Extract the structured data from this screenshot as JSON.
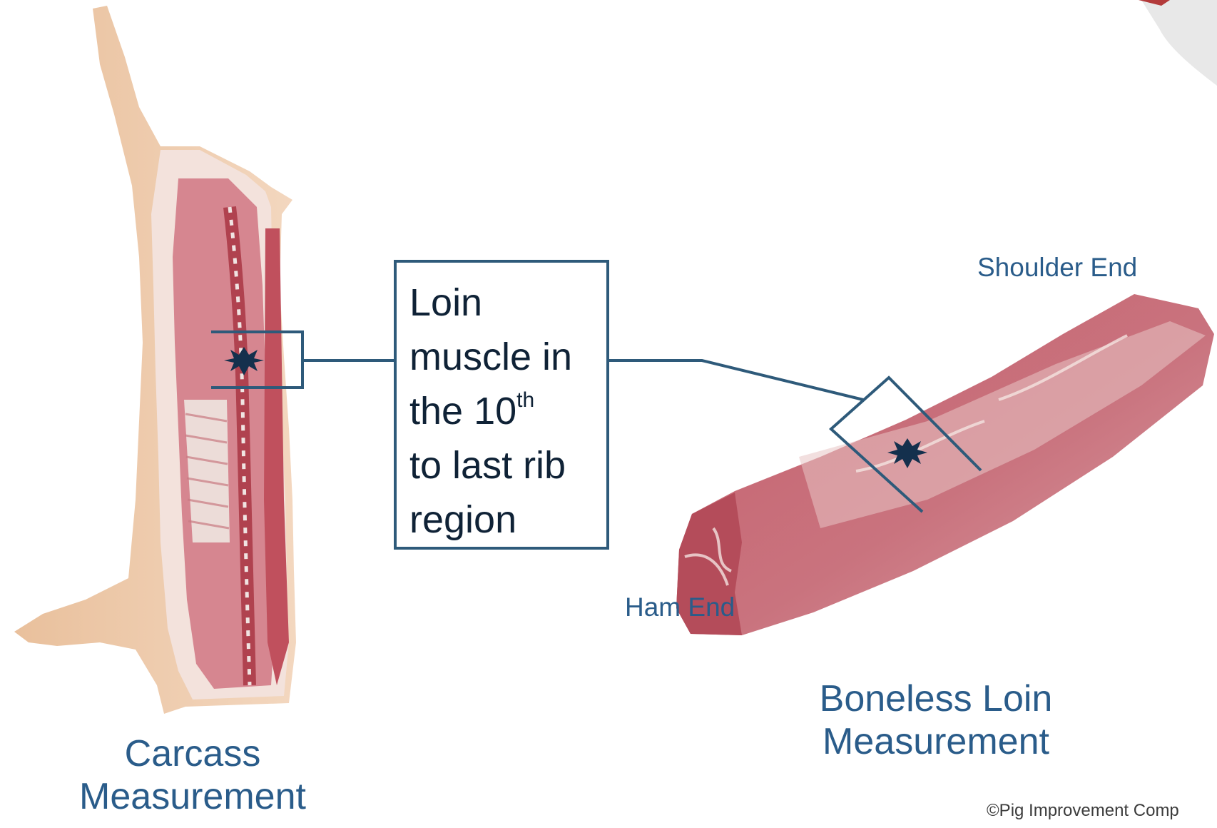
{
  "callout": {
    "line1": "Loin",
    "line2": "muscle in",
    "line3_prefix": "the 10",
    "line3_sup": "th",
    "line4": "to last rib",
    "line5": "region"
  },
  "labels": {
    "shoulder_end": "Shoulder End",
    "ham_end": "Ham End",
    "carcass_line1": "Carcass",
    "carcass_line2": "Measurement",
    "loin_line1": "Boneless Loin",
    "loin_line2": "Measurement"
  },
  "copyright": "©Pig Improvement Comp",
  "colors": {
    "label": "#2a5c8a",
    "connector": "#2e5a7a",
    "marker": "#14304d",
    "meat": "#c86a76",
    "fat": "#f1d6cf"
  }
}
